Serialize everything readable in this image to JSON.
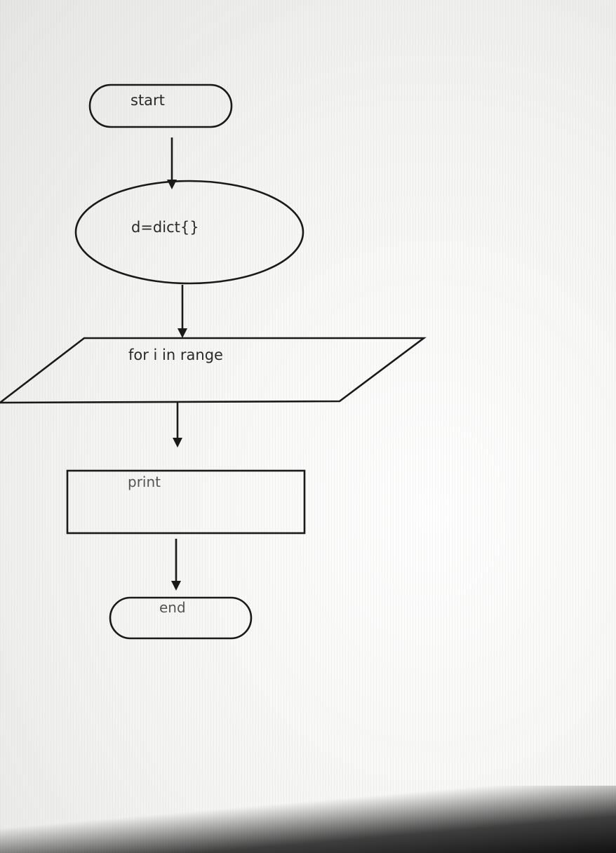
{
  "flowchart": {
    "start": {
      "label": "start"
    },
    "process": {
      "label": "d=dict{}"
    },
    "loop": {
      "label": "for i in range"
    },
    "output": {
      "label": "print"
    },
    "end": {
      "label": "end"
    }
  },
  "colors": {
    "ink": "#1a1a1a",
    "paper": "#f1f1ef"
  }
}
